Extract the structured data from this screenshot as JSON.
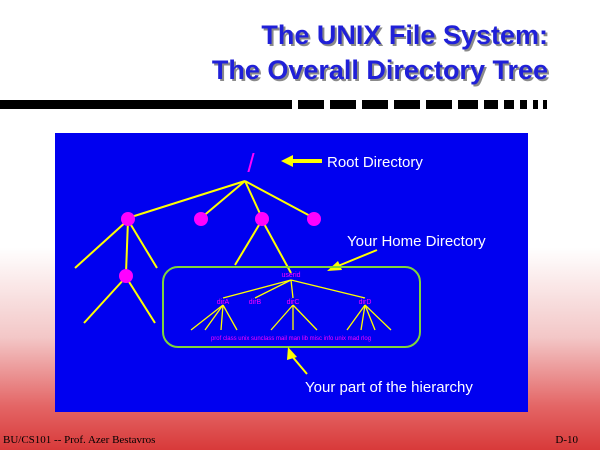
{
  "title": {
    "line1": "The UNIX File System:",
    "line2": "The Overall Directory Tree"
  },
  "diagram": {
    "root_symbol": "/",
    "labels": {
      "root": "Root Directory",
      "home": "Your Home Directory",
      "part": "Your part of the hierarchy"
    },
    "home_node": "userid",
    "subdirs": [
      "dirA",
      "dirB",
      "dirC",
      "dirD"
    ],
    "leaves": "prof class unix sunclass mail man lib misc info unix mad rlog"
  },
  "colors": {
    "title": "#2020d8",
    "panel": "#0000f0",
    "line": "#ffff00",
    "node": "#ff00ff",
    "box": "#7fd43c"
  },
  "footer": {
    "left": "BU/CS101 -- Prof. Azer Bestavros",
    "right": "D-10"
  }
}
